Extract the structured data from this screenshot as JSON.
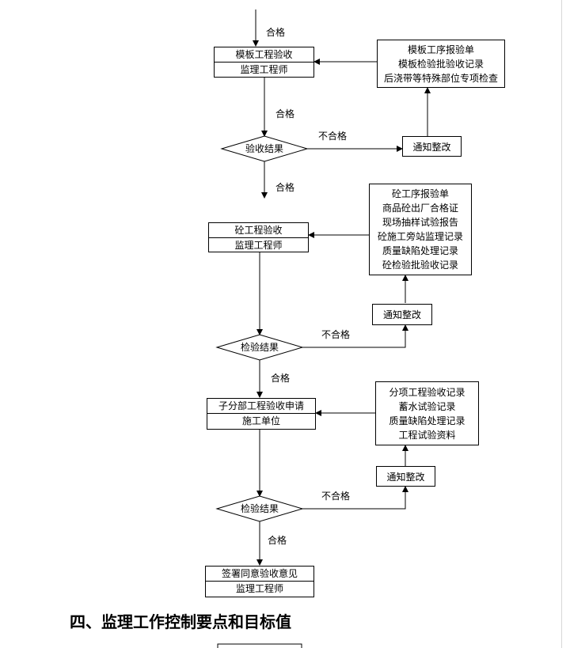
{
  "flow": {
    "pass_label": "合格",
    "fail_label": "不合格",
    "notify_label": "通知整改",
    "stage1": {
      "title": "模板工程验收",
      "role": "监理工程师",
      "decision": "验收结果",
      "docs": [
        "模板工序报验单",
        "模板检验批验收记录",
        "后浇带等特殊部位专项检查"
      ]
    },
    "stage2": {
      "title": "砼工程验收",
      "role": "监理工程师",
      "decision": "检验结果",
      "docs": [
        "砼工序报验单",
        "商品砼出厂合格证",
        "现场抽样试验报告",
        "砼施工旁站监理记录",
        "质量缺陷处理记录",
        "砼检验批验收记录"
      ]
    },
    "stage3": {
      "title": "子分部工程验收申请",
      "role": "施工单位",
      "decision": "检验结果",
      "docs": [
        "分项工程验收记录",
        "蓄水试验记录",
        "质量缺陷处理记录",
        "工程试验资料"
      ]
    },
    "final": {
      "title": "签署同意验收意见",
      "role": "监理工程师"
    }
  },
  "heading": "四、监理工作控制要点和目标值"
}
